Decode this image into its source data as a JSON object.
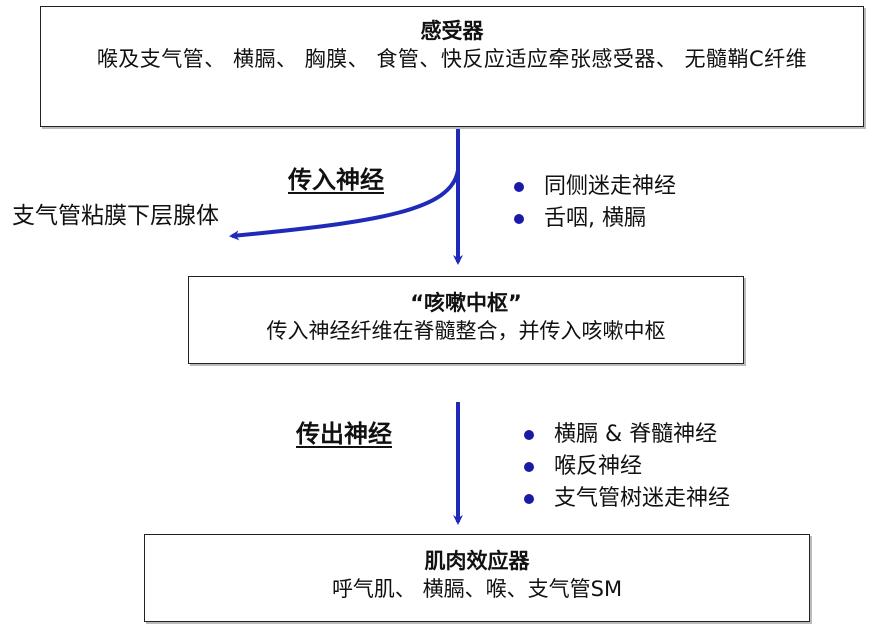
{
  "receptor": {
    "title": "感受器",
    "body": "喉及支气管、 横膈、 胸膜、 食管、快反应适应牵张感受器、 无髓鞘C纤维"
  },
  "afferent": {
    "label": "传入神经",
    "items": [
      "同侧迷走神经",
      "舌咽, 横膈"
    ],
    "branch_target": "支气管粘膜下层腺体"
  },
  "center": {
    "title": "“咳嗽中枢”",
    "body": "传入神经纤维在脊髓整合，并传入咳嗽中枢"
  },
  "efferent": {
    "label": "传出神经",
    "items": [
      "横膈 & 脊髓神经",
      "喉反神经",
      "支气管树迷走神经"
    ]
  },
  "effector": {
    "title": "肌肉效应器",
    "body": "呼气肌、 横膈、喉、支气管SM"
  },
  "colors": {
    "arrow": "#1f2ab8",
    "bullet": "#1a1aa6"
  }
}
